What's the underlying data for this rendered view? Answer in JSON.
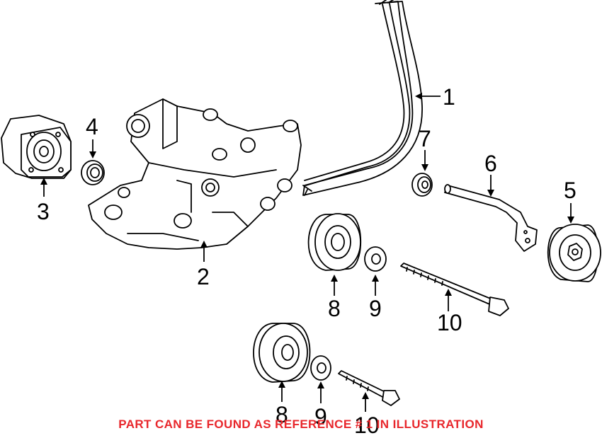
{
  "callouts": {
    "c1": "1",
    "c2": "2",
    "c3": "3",
    "c4": "4",
    "c5": "5",
    "c6": "6",
    "c7": "7",
    "c8a": "8",
    "c9a": "9",
    "c10a": "10",
    "c8b": "8",
    "c9b": "9",
    "c10b": "10"
  },
  "footer": {
    "note": "PART CAN BE FOUND AS REFERENCE # 1 IN ILLUSTRATION"
  },
  "colors": {
    "note": "#e8262b",
    "line": "#000000",
    "background": "#ffffff"
  }
}
